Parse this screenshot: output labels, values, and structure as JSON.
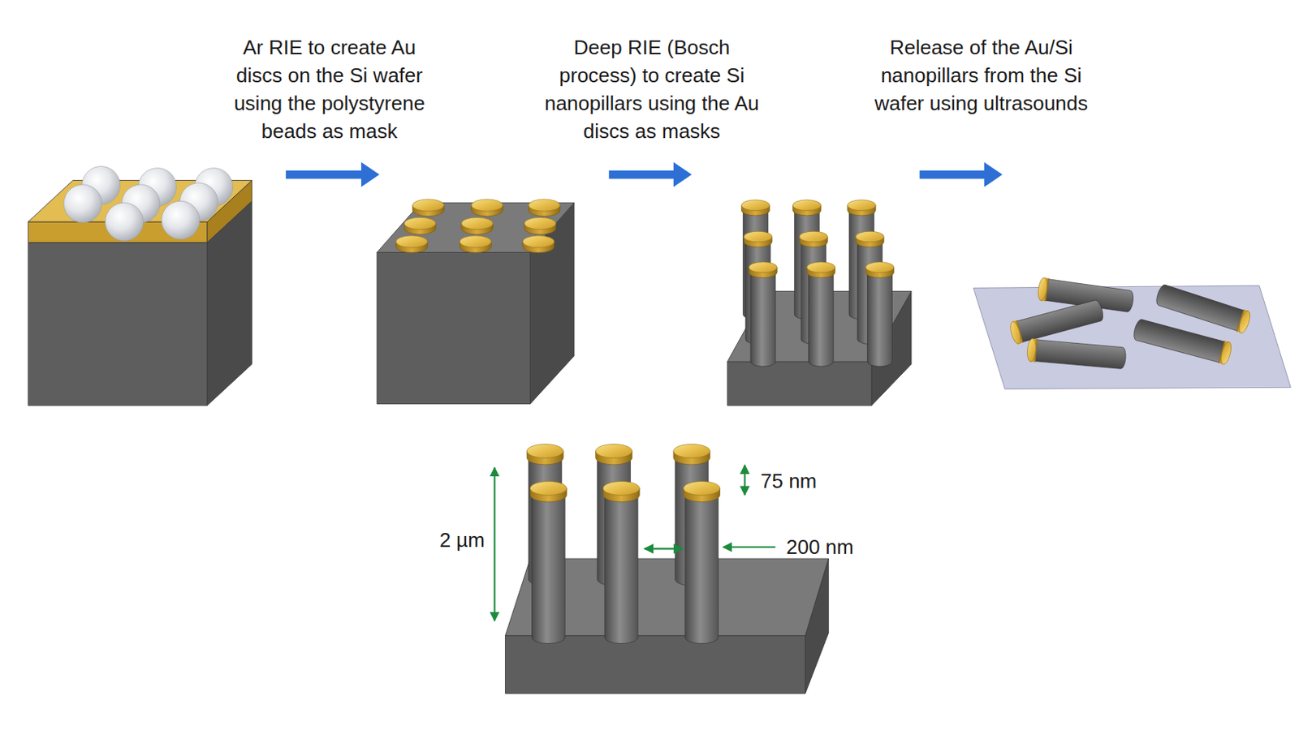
{
  "diagram": {
    "labels": [
      "Ar RIE to create Au discs on the Si wafer using the polystyrene beads as mask",
      "Deep RIE (Bosch process) to create Si nanopillars using the Au discs as masks",
      "Release of the Au/Si nanopillars from the Si wafer using ultrasounds",
      "75 nm",
      "2 µm",
      "200 nm"
    ]
  }
}
